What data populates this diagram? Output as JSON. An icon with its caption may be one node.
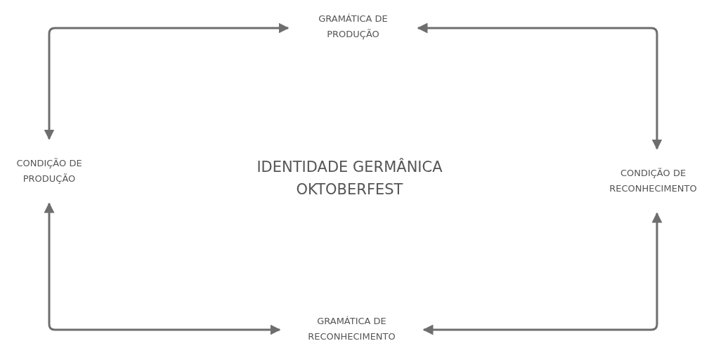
{
  "diagram": {
    "title": "IDENTIDADE GERMÂNICA OKTOBERFEST",
    "nodes": [
      {
        "text": [
          "GRAMÁTICA DE PRODUÇÃO"
        ]
      },
      {
        "text": [
          "CONDIÇÃO DE PRODUÇÃO"
        ]
      },
      {
        "text": [
          "CONDIÇÃO DE RECONHECIMENTO"
        ]
      },
      {
        "text": [
          "GRAMÁTICA DE RECONHECIMENTO"
        ]
      }
    ],
    "edges": [
      {
        "from": 1,
        "to": 0,
        "arrow": "both"
      },
      {
        "from": 0,
        "to": 2,
        "arrow": "both"
      },
      {
        "from": 2,
        "to": 3,
        "arrow": "both"
      },
      {
        "from": 3,
        "to": 1,
        "arrow": "both"
      }
    ]
  }
}
